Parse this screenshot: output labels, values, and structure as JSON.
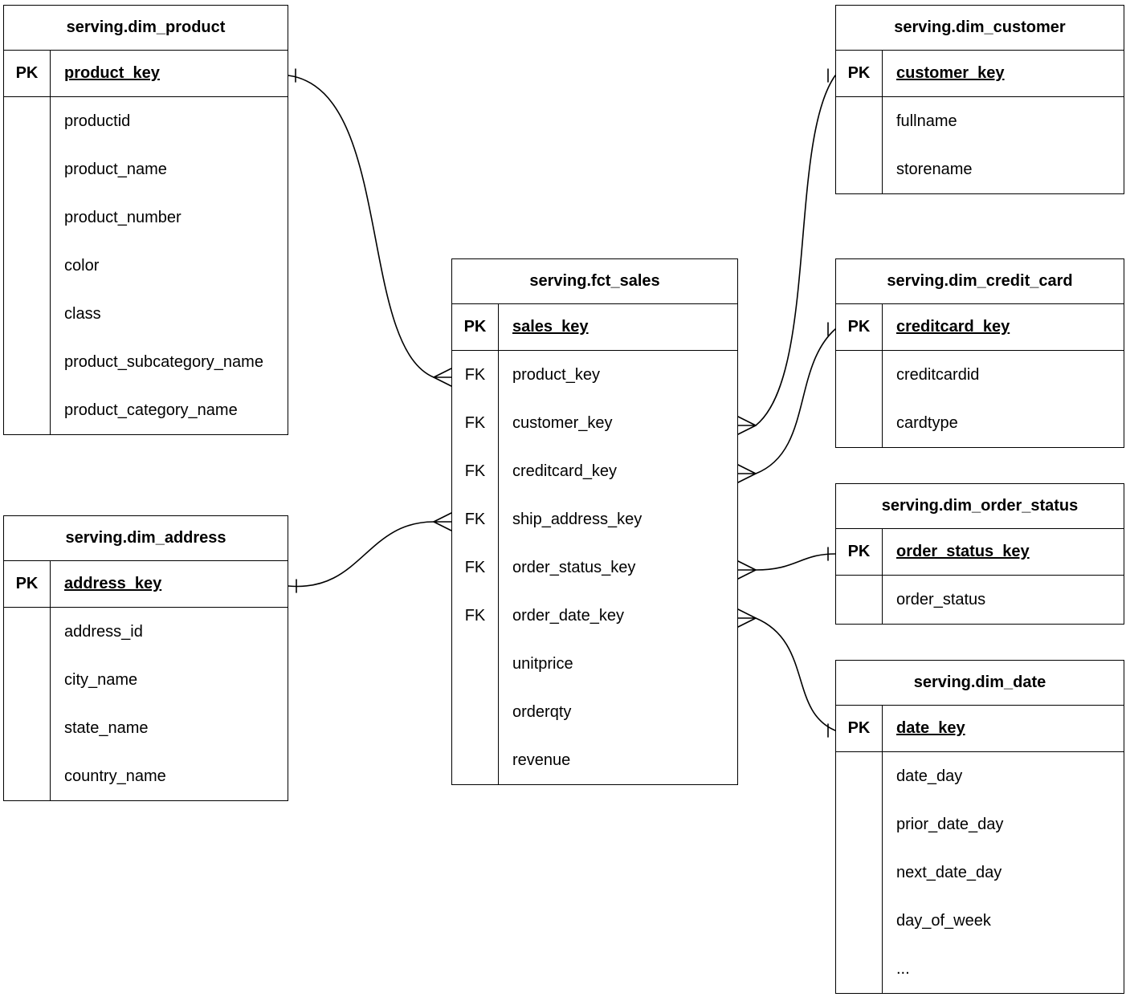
{
  "colors": {
    "line": "#000000",
    "text": "#000000",
    "background": "#ffffff"
  },
  "tables": [
    {
      "id": "dim_product",
      "title": "serving.dim_product",
      "pk": {
        "key": "PK",
        "name": "product_key"
      },
      "rows": [
        {
          "key": "",
          "name": "productid"
        },
        {
          "key": "",
          "name": "product_name"
        },
        {
          "key": "",
          "name": "product_number"
        },
        {
          "key": "",
          "name": "color"
        },
        {
          "key": "",
          "name": "class"
        },
        {
          "key": "",
          "name": "product_subcategory_name"
        },
        {
          "key": "",
          "name": "product_category_name"
        }
      ]
    },
    {
      "id": "dim_customer",
      "title": "serving.dim_customer",
      "pk": {
        "key": "PK",
        "name": "customer_key"
      },
      "rows": [
        {
          "key": "",
          "name": "fullname"
        },
        {
          "key": "",
          "name": "storename"
        }
      ]
    },
    {
      "id": "fct_sales",
      "title": "serving.fct_sales",
      "pk": {
        "key": "PK",
        "name": "sales_key"
      },
      "rows": [
        {
          "key": "FK",
          "name": "product_key"
        },
        {
          "key": "FK",
          "name": "customer_key"
        },
        {
          "key": "FK",
          "name": "creditcard_key"
        },
        {
          "key": "FK",
          "name": "ship_address_key"
        },
        {
          "key": "FK",
          "name": "order_status_key"
        },
        {
          "key": "FK",
          "name": "order_date_key"
        },
        {
          "key": "",
          "name": "unitprice"
        },
        {
          "key": "",
          "name": "orderqty"
        },
        {
          "key": "",
          "name": "revenue"
        }
      ]
    },
    {
      "id": "dim_credit_card",
      "title": "serving.dim_credit_card",
      "pk": {
        "key": "PK",
        "name": "creditcard_key"
      },
      "rows": [
        {
          "key": "",
          "name": "creditcardid"
        },
        {
          "key": "",
          "name": "cardtype"
        }
      ]
    },
    {
      "id": "dim_order_status",
      "title": "serving.dim_order_status",
      "pk": {
        "key": "PK",
        "name": "order_status_key"
      },
      "rows": [
        {
          "key": "",
          "name": "order_status"
        }
      ]
    },
    {
      "id": "dim_date",
      "title": "serving.dim_date",
      "pk": {
        "key": "PK",
        "name": "date_key"
      },
      "rows": [
        {
          "key": "",
          "name": "date_day"
        },
        {
          "key": "",
          "name": "prior_date_day"
        },
        {
          "key": "",
          "name": "next_date_day"
        },
        {
          "key": "",
          "name": "day_of_week"
        },
        {
          "key": "",
          "name": "..."
        }
      ]
    },
    {
      "id": "dim_address",
      "title": "serving.dim_address",
      "pk": {
        "key": "PK",
        "name": "address_key"
      },
      "rows": [
        {
          "key": "",
          "name": "address_id"
        },
        {
          "key": "",
          "name": "city_name"
        },
        {
          "key": "",
          "name": "state_name"
        },
        {
          "key": "",
          "name": "country_name"
        }
      ]
    }
  ],
  "relationships": [
    {
      "from": "serving.dim_product.product_key",
      "to": "serving.fct_sales.product_key",
      "cardinality": "one-to-many"
    },
    {
      "from": "serving.dim_address.address_key",
      "to": "serving.fct_sales.ship_address_key",
      "cardinality": "one-to-many"
    },
    {
      "from": "serving.dim_customer.customer_key",
      "to": "serving.fct_sales.customer_key",
      "cardinality": "one-to-many"
    },
    {
      "from": "serving.dim_credit_card.creditcard_key",
      "to": "serving.fct_sales.creditcard_key",
      "cardinality": "one-to-many"
    },
    {
      "from": "serving.dim_order_status.order_status_key",
      "to": "serving.fct_sales.order_status_key",
      "cardinality": "one-to-many"
    },
    {
      "from": "serving.dim_date.date_key",
      "to": "serving.fct_sales.order_date_key",
      "cardinality": "one-to-many"
    }
  ]
}
